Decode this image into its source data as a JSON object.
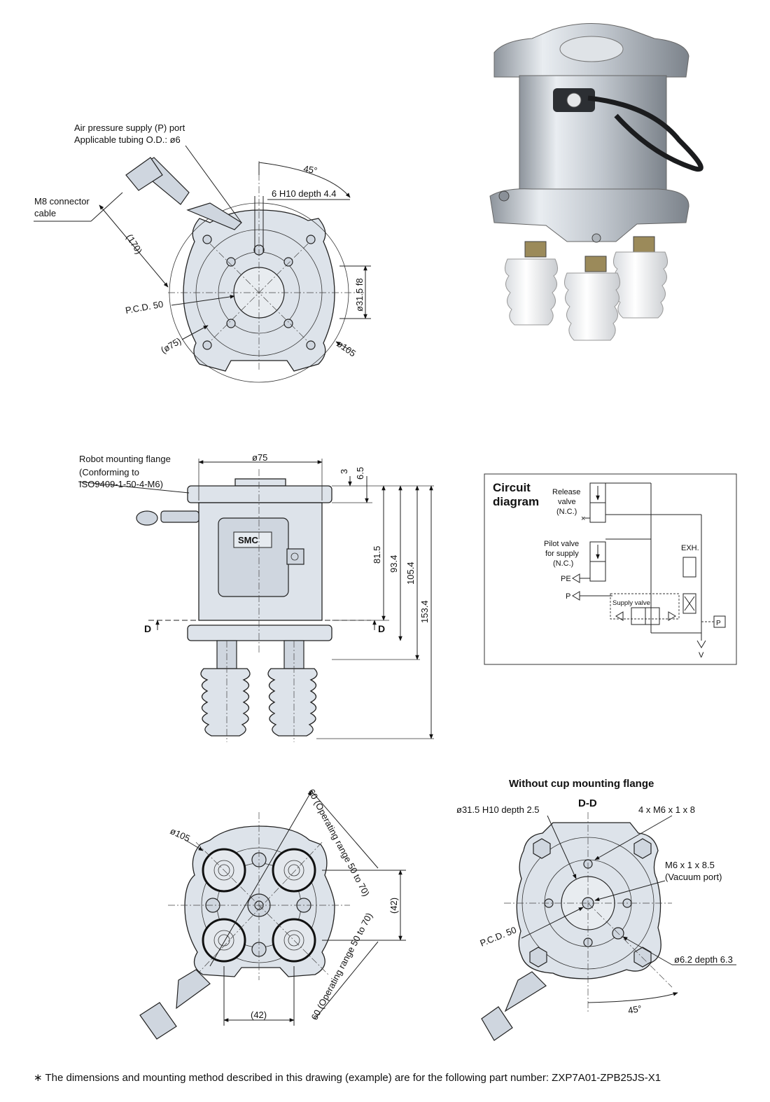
{
  "top_view": {
    "air_supply_line1": "Air pressure supply (P) port",
    "air_supply_line2": "Applicable tubing O.D.: ø6",
    "m8_line1": "M8 connector",
    "m8_line2": "cable",
    "angle": "45°",
    "hole": "6 H10 depth 4.4",
    "cable_len": "(170)",
    "pcd": "P.C.D. 50",
    "dia_inner": "ø31.5 f8",
    "dia_75": "(ø75)",
    "dia_105": "ø105"
  },
  "side_view": {
    "flange_line1": "Robot mounting flange",
    "flange_line2": "(Conforming to",
    "flange_line3": "ISO9409-1-50-4-M6)",
    "dia_75": "ø75",
    "d3": "3",
    "d65": "6.5",
    "d815": "81.5",
    "d934": "93.4",
    "d1054": "105.4",
    "d1534": "153.4",
    "section_left": "D",
    "section_right": "D",
    "logo": "SMC"
  },
  "circuit": {
    "title_line1": "Circuit",
    "title_line2": "diagram",
    "release_line1": "Release",
    "release_line2": "valve",
    "release_line3": "(N.C.)",
    "pilot_line1": "Pilot valve",
    "pilot_line2": "for supply",
    "pilot_line3": "(N.C.)",
    "pe": "PE",
    "p": "P",
    "supply_valve": "Supply valve",
    "exh": "EXH.",
    "v": "V",
    "p_box": "P"
  },
  "bottom_view": {
    "range_top": "60 (Operating range 50 to 70)",
    "range_bottom": "60 (Operating range 50 to 70)",
    "dia_105": "ø105",
    "d42_right": "(42)",
    "d42_bottom": "(42)"
  },
  "section_view": {
    "title": "Without cup mounting flange",
    "section_label": "D-D",
    "recess": "ø31.5 H10 depth 2.5",
    "tapped": "4 x M6 x 1 x 8",
    "vac_line1": "M6 x 1 x 8.5",
    "vac_line2": "(Vacuum port)",
    "pcd": "P.C.D. 50",
    "pin_hole": "ø6.2 depth 6.3",
    "angle": "45°"
  },
  "footnote": "∗  The dimensions and mounting method described in this drawing (example) are for the following part number: ZXP7A01-ZPB25JS-X1"
}
